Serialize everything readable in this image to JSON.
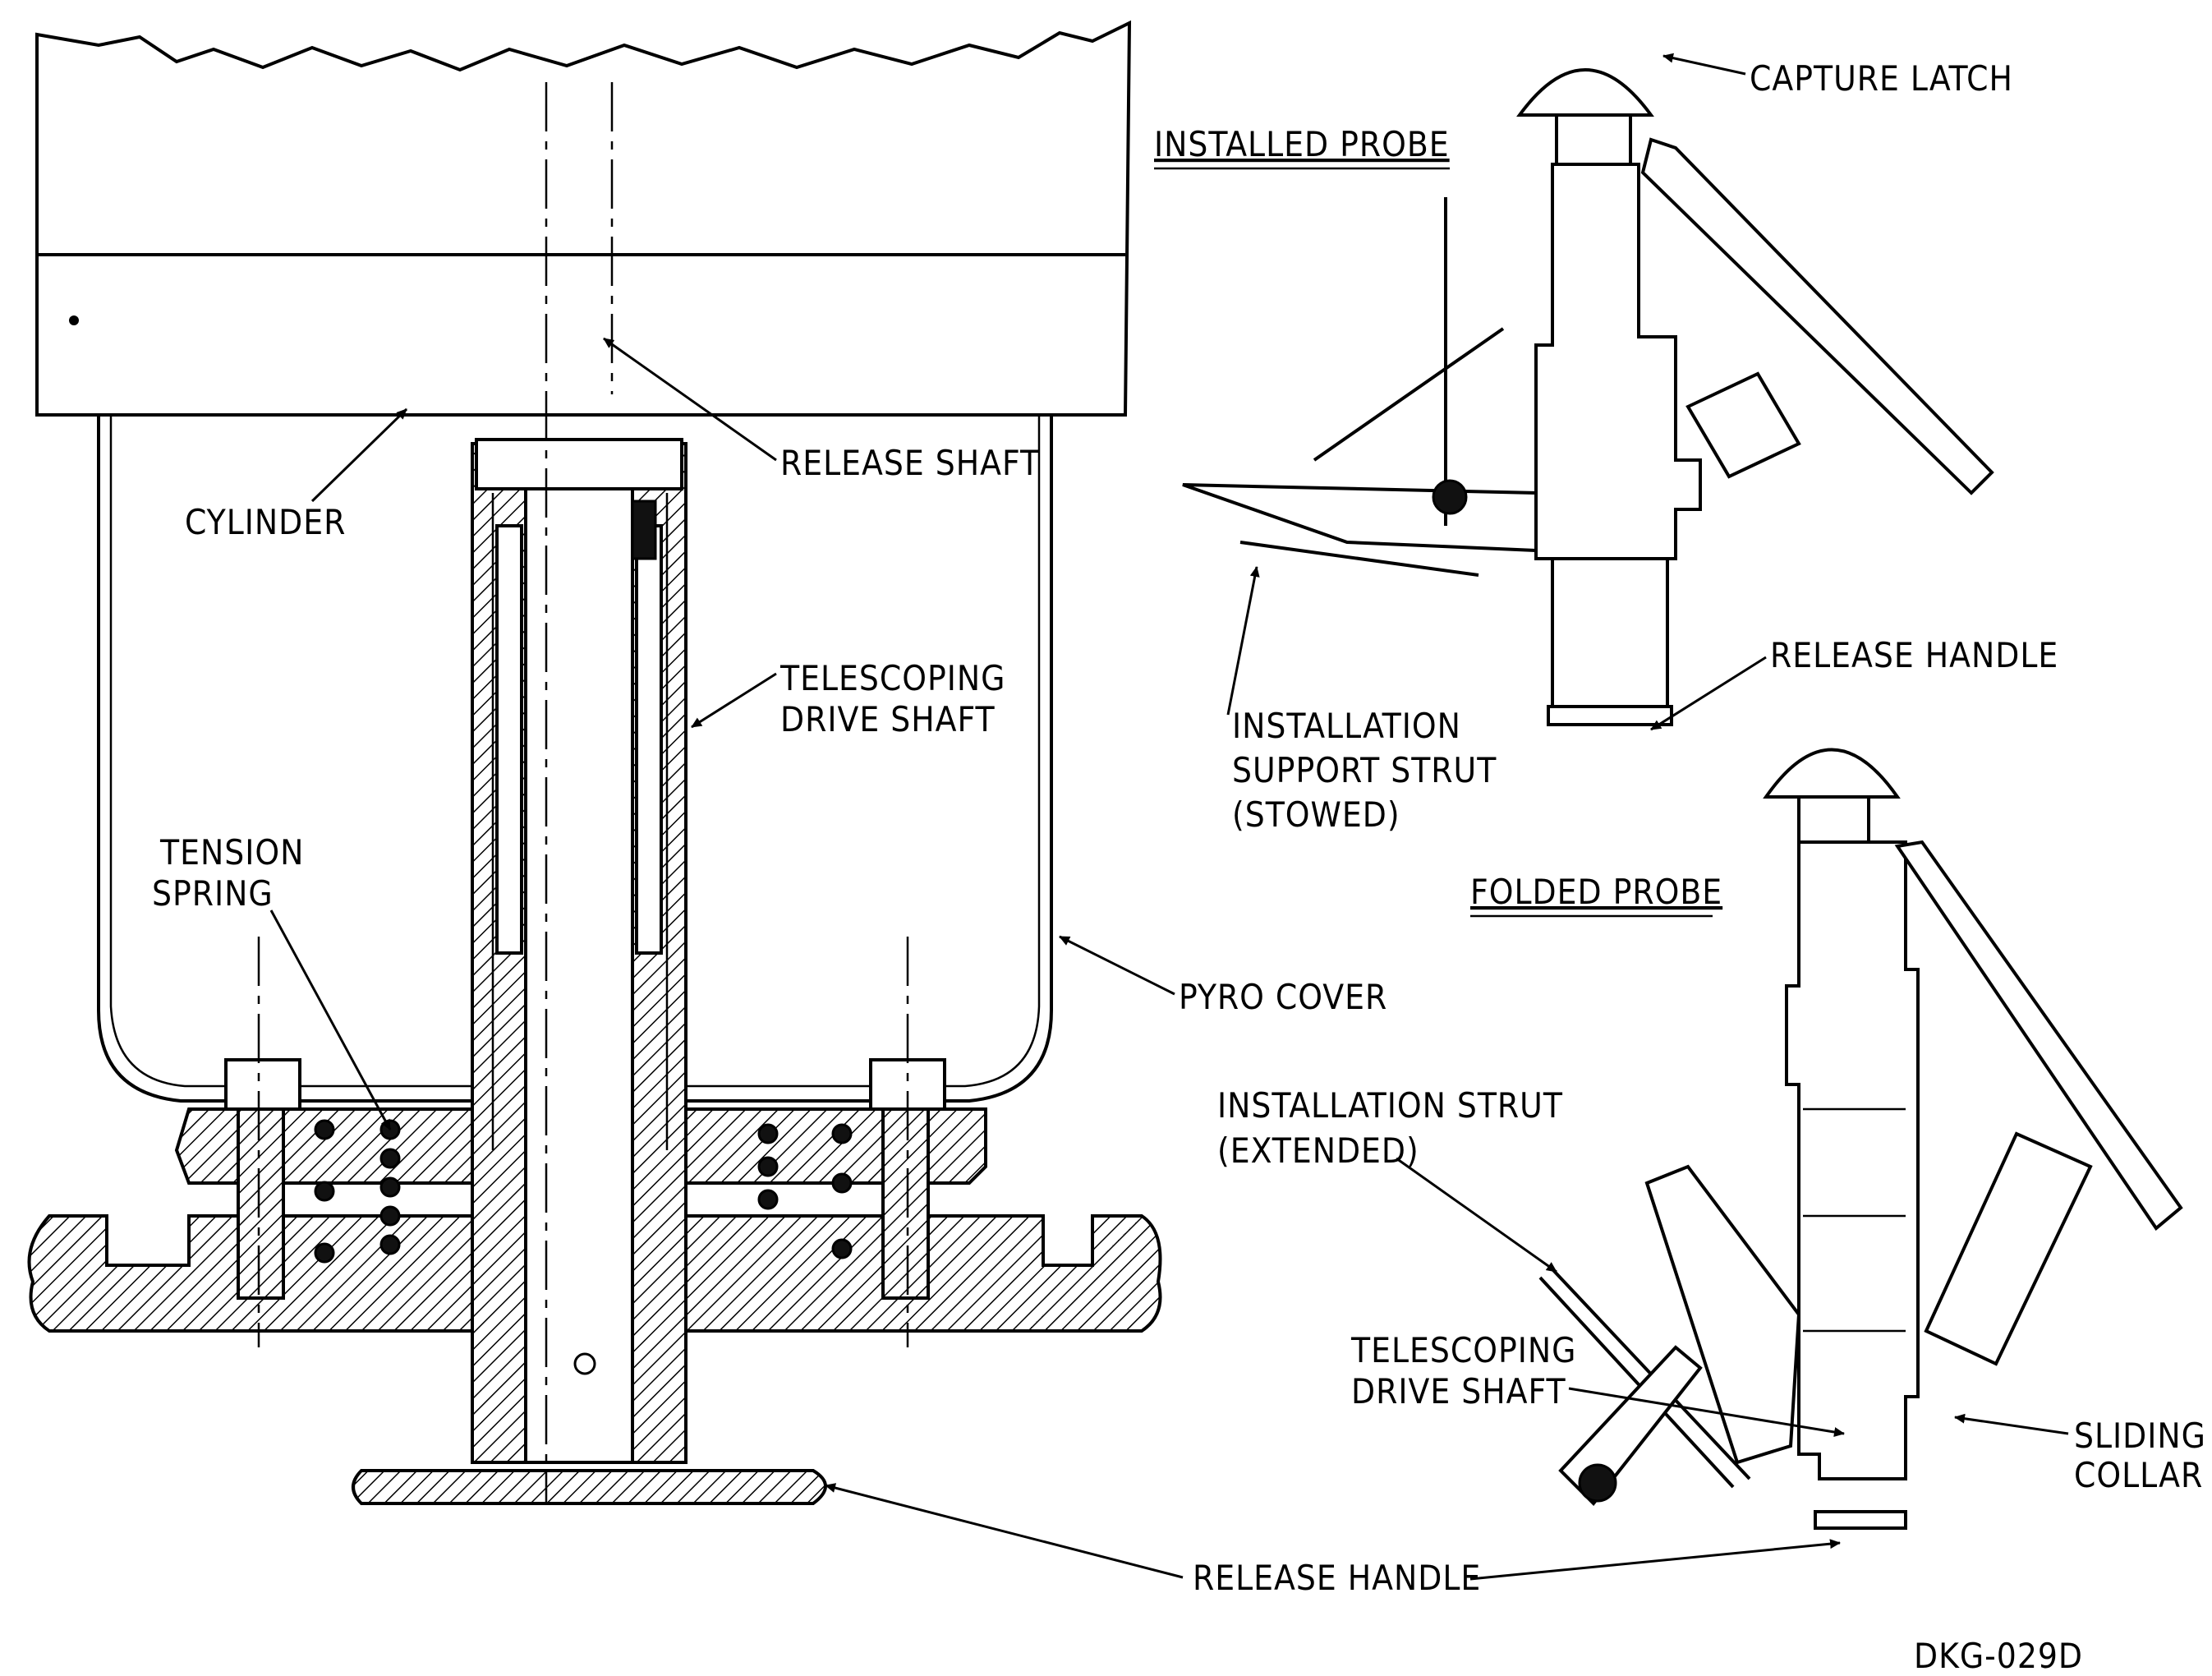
{
  "labels": {
    "capture_latch": "CAPTURE LATCH",
    "installed_probe": "INSTALLED PROBE",
    "release_shaft": "RELEASE SHAFT",
    "cylinder": "CYLINDER",
    "telescoping_drive_shaft_1": "TELESCOPING",
    "telescoping_drive_shaft_2": "DRIVE SHAFT",
    "release_handle_top": "RELEASE HANDLE",
    "installation_support_strut_1": "INSTALLATION",
    "installation_support_strut_2": "SUPPORT  STRUT",
    "installation_support_strut_3": "(STOWED)",
    "tension_spring_1": "TENSION",
    "tension_spring_2": "SPRING",
    "folded_probe": "FOLDED PROBE",
    "pyro_cover": "PYRO COVER",
    "installation_strut_1": "INSTALLATION  STRUT",
    "installation_strut_2": "(EXTENDED)",
    "folded_telescoping_1": "TELESCOPING",
    "folded_telescoping_2": "DRIVE SHAFT",
    "sliding_collar_1": "SLIDING",
    "sliding_collar_2": "COLLAR",
    "release_handle_bottom": "RELEASE HANDLE",
    "figure_code": "DKG-029D"
  }
}
